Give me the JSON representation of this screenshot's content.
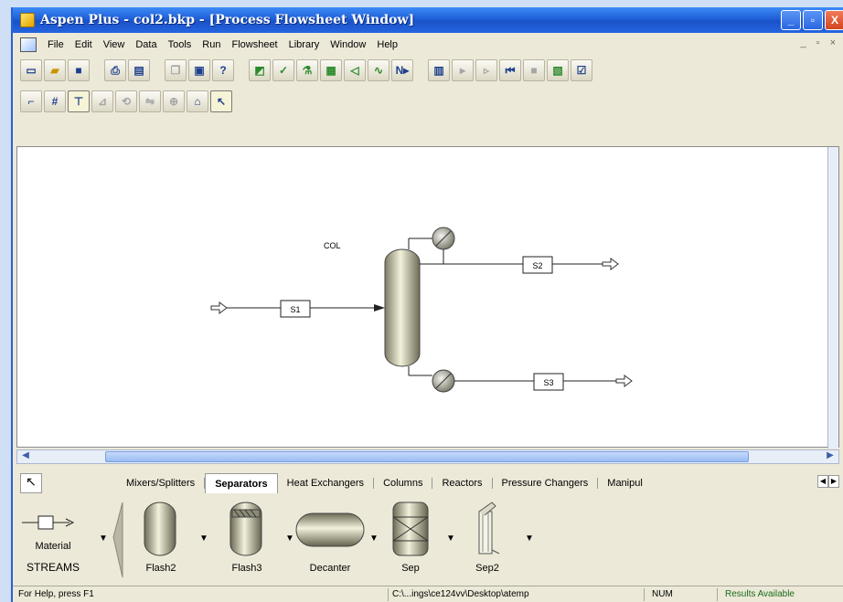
{
  "window": {
    "title": "Aspen Plus - col2.bkp - [Process Flowsheet Window]",
    "minimize_glyph": "_",
    "restore_glyph": "▫",
    "close_glyph": "X"
  },
  "menu": {
    "items": [
      "File",
      "Edit",
      "View",
      "Data",
      "Tools",
      "Run",
      "Flowsheet",
      "Library",
      "Window",
      "Help"
    ],
    "mdi_controls": "_ ▫ ×"
  },
  "toolbar1": {
    "groups": [
      [
        "new-icon",
        "open-icon",
        "save-icon"
      ],
      [
        "print-icon",
        "print-preview-icon"
      ],
      [
        "copy-icon",
        "paste-icon",
        "help-pointer-icon"
      ],
      [
        "data-browser-icon",
        "setup-icon",
        "components-icon",
        "properties-icon",
        "streams-icon",
        "blocks-icon",
        "next-icon"
      ],
      [
        "control-panel-icon",
        "run-icon",
        "step-icon",
        "reinit-icon",
        "stop-icon",
        "report-icon",
        "check-results-icon"
      ]
    ],
    "next_label": "N▸"
  },
  "toolbar2": {
    "buttons": [
      "corner-icon",
      "grid-icon",
      "snap-icon",
      "align-icon",
      "rotate-icon",
      "flip-icon",
      "zoom-icon",
      "lock-icon",
      "select-arrow-icon"
    ]
  },
  "flowsheet": {
    "block_label": "COL",
    "streams": [
      {
        "id": "feed",
        "label": "S1"
      },
      {
        "id": "top",
        "label": "S2"
      },
      {
        "id": "bottom",
        "label": "S3"
      }
    ]
  },
  "library": {
    "tabs": [
      {
        "label": "Mixers/Splitters",
        "active": false
      },
      {
        "label": "Separators",
        "active": true
      },
      {
        "label": "Heat Exchangers",
        "active": false
      },
      {
        "label": "Columns",
        "active": false
      },
      {
        "label": "Reactors",
        "active": false
      },
      {
        "label": "Pressure Changers",
        "active": false
      },
      {
        "label": "Manipul",
        "active": false
      }
    ],
    "streams_item": {
      "type_label": "Material",
      "group_label": "STREAMS"
    },
    "models": [
      "Flash2",
      "Flash3",
      "Decanter",
      "Sep",
      "Sep2"
    ]
  },
  "status": {
    "help": "For Help, press F1",
    "path": "C:\\...ings\\ce124vv\\Desktop\\atemp",
    "num": "NUM",
    "results": "Results Available"
  },
  "colors": {
    "titlebar": "#1f5fd8",
    "chrome": "#ece9d8",
    "canvas": "#ffffff"
  }
}
